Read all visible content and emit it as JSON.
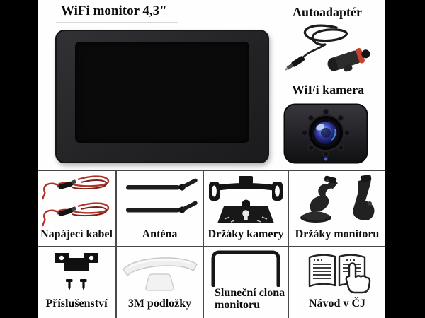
{
  "image": {
    "description": "Package contents collage for a WiFi monitor 4,3\" car camera kit",
    "background": "#ffffff",
    "pillarbox_color": "#000000"
  },
  "header": {
    "monitor_title": "WiFi monitor 4,3\"",
    "adapter_title": "Autoadaptér",
    "camera_title": "WiFi kamera"
  },
  "grid": {
    "cells": [
      {
        "label": "Napájecí kabel",
        "icon": "power-cables-photo"
      },
      {
        "label": "Anténa",
        "icon": "antennas-photo"
      },
      {
        "label": "Držáky kamery",
        "icon": "camera-mounts-photo"
      },
      {
        "label": "Držáky monitoru",
        "icon": "monitor-mounts-photo"
      },
      {
        "label": "Příslušenství",
        "icon": "bracket-screws-photo"
      },
      {
        "label": "3M podložky",
        "icon": "adhesive-pads-photo"
      },
      {
        "label": "Sluneční clona monitoru",
        "icon": "sun-visor-photo"
      },
      {
        "label": "Návod v ČJ",
        "icon": "manual-hand-icon"
      }
    ]
  },
  "colors": {
    "accent_red": "#c8432b",
    "cable_red": "#b03228",
    "cable_red_dark": "#7c221c",
    "divider_gray": "#4a4a4a",
    "underline_gray": "#d8d8d8",
    "text": "#0d0d0d",
    "lens_blue": "#4a5fd4"
  }
}
